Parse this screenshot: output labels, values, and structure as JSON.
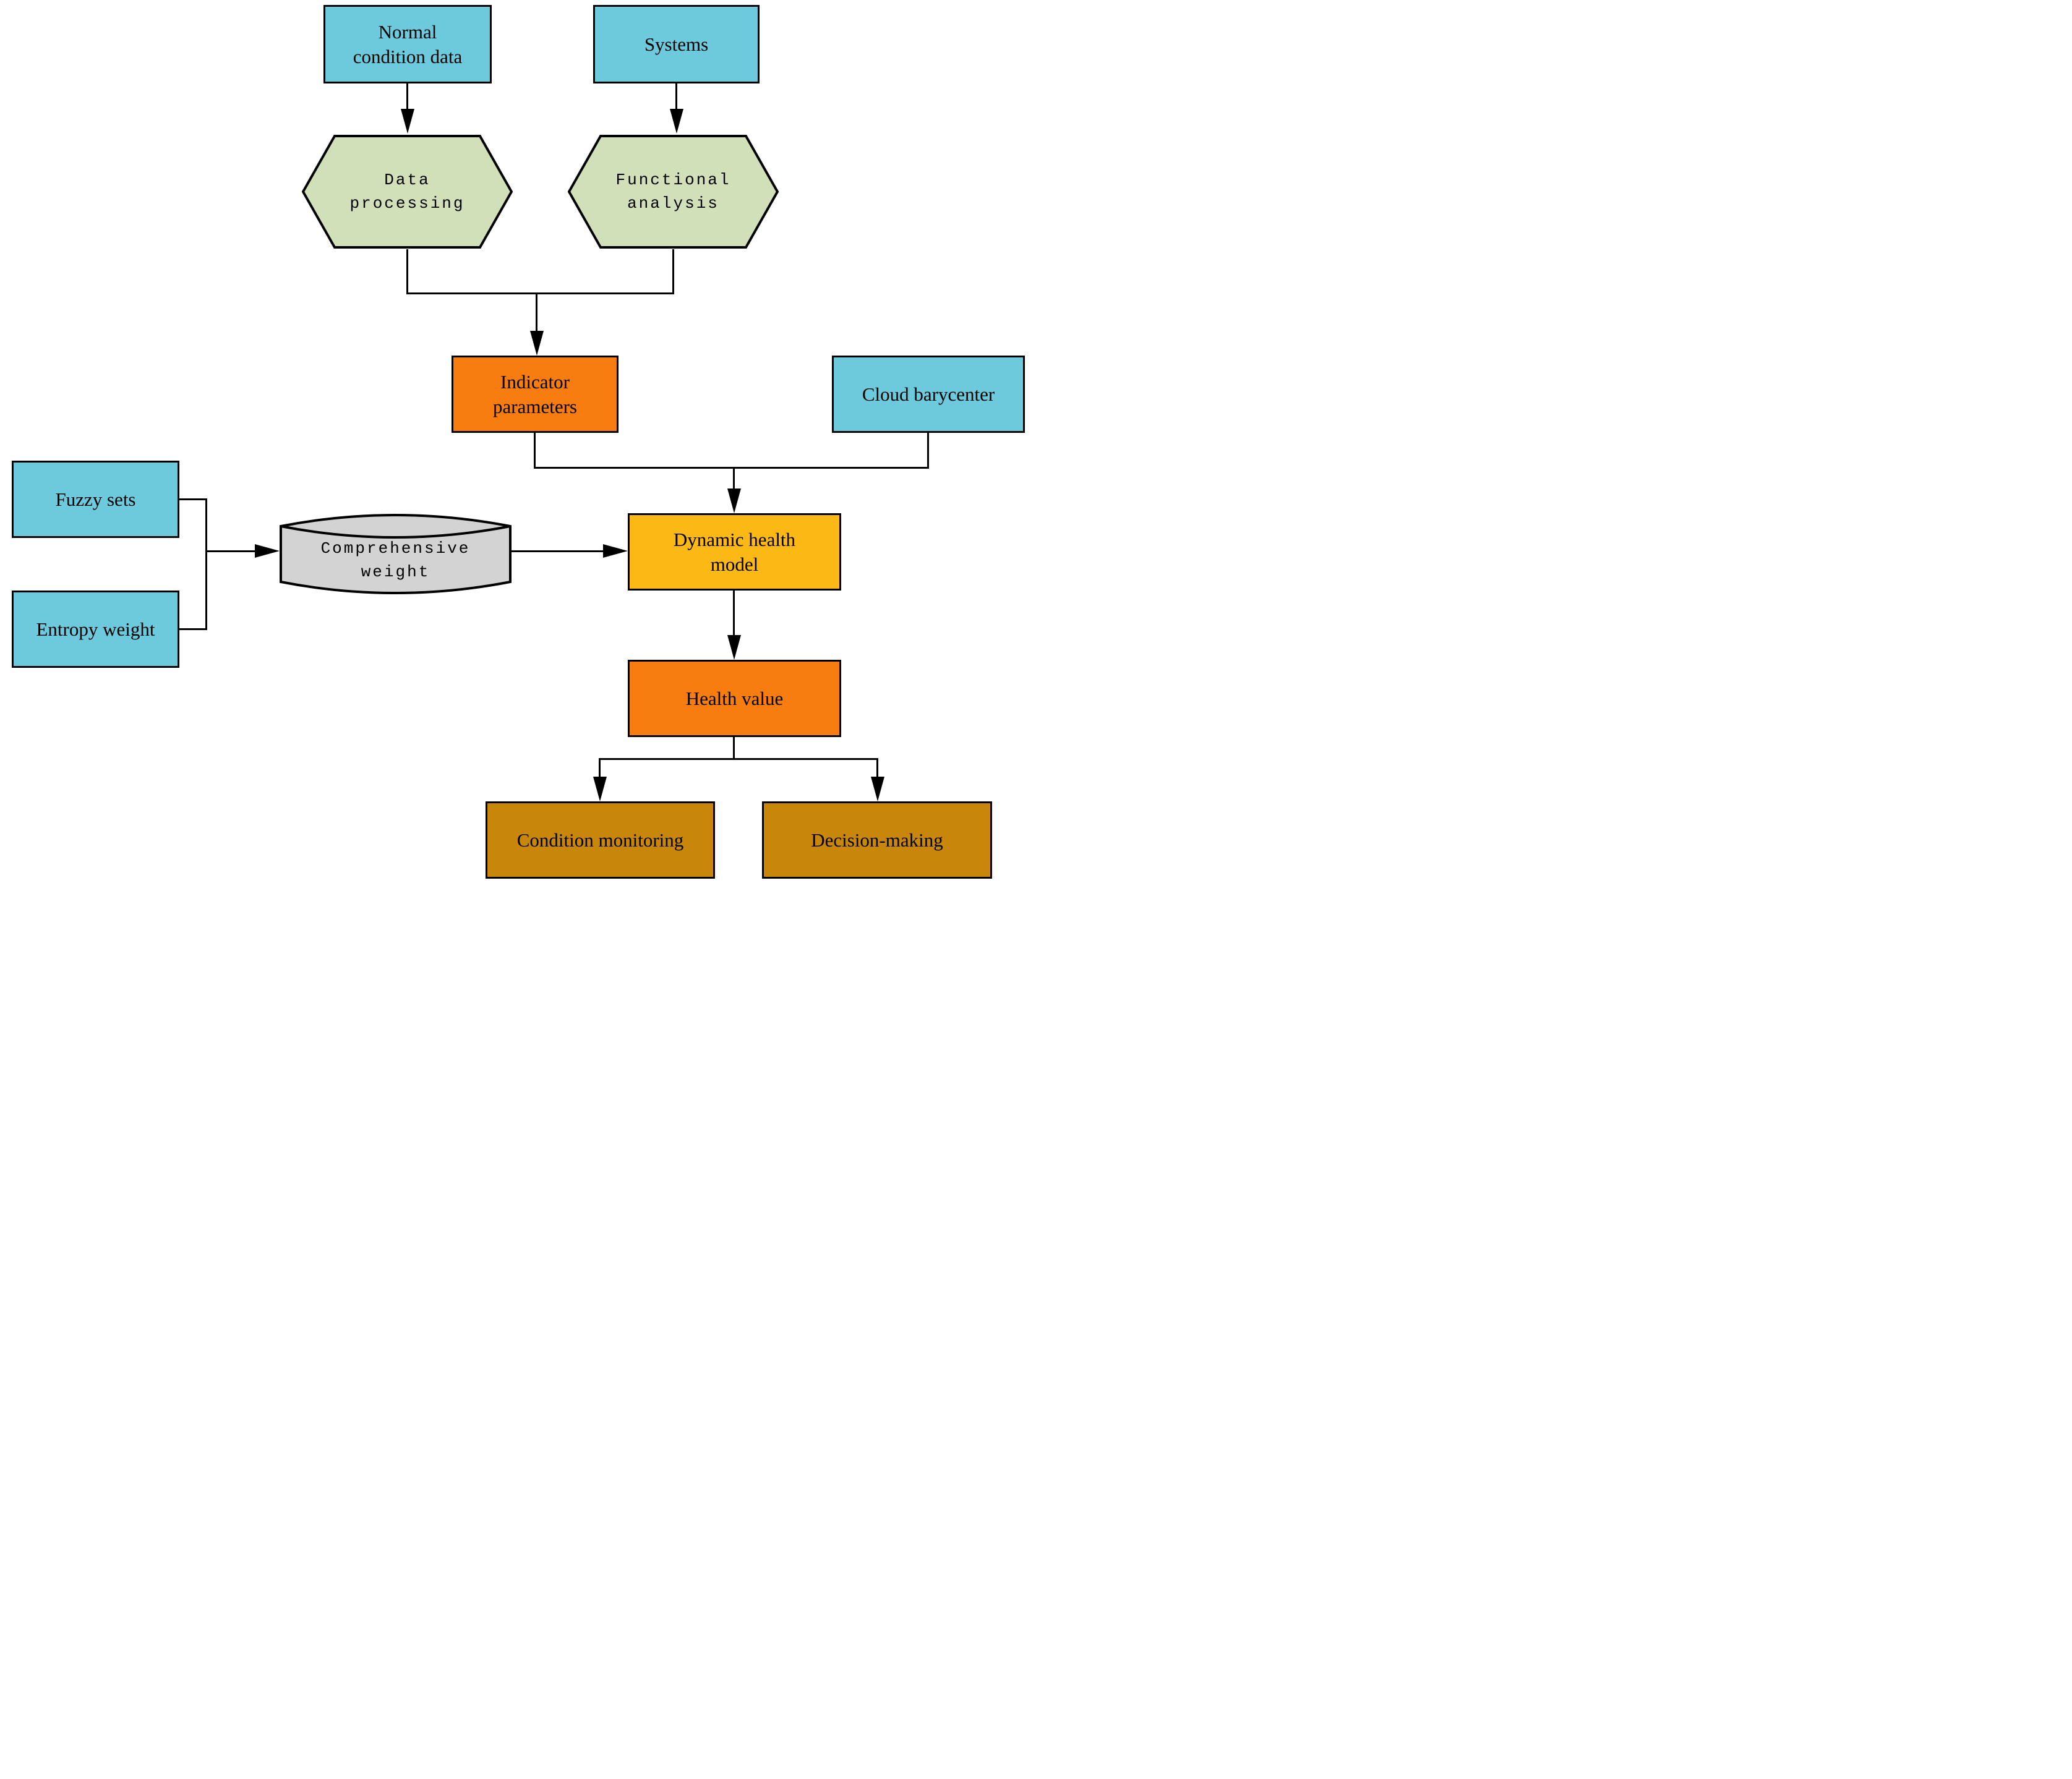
{
  "diagram": {
    "description": "Dynamic health model flowchart",
    "nodes": {
      "normal_condition_data": {
        "line1": "Normal",
        "line2": "condition data",
        "shape": "rectangle",
        "color": "#6CCADC"
      },
      "systems": {
        "line1": "Systems",
        "shape": "rectangle",
        "color": "#6CCADC"
      },
      "data_processing": {
        "line1": "Data",
        "line2": "processing",
        "shape": "hexagon",
        "color": "#D1E0B8"
      },
      "functional_analysis": {
        "line1": "Functional",
        "line2": "analysis",
        "shape": "hexagon",
        "color": "#D1E0B8"
      },
      "indicator_parameters": {
        "line1": "Indicator",
        "line2": "parameters",
        "shape": "rectangle",
        "color": "#F87D10"
      },
      "cloud_barycenter": {
        "line1": "Cloud barycenter",
        "shape": "rectangle",
        "color": "#6CCADC"
      },
      "fuzzy_sets": {
        "line1": "Fuzzy sets",
        "shape": "rectangle",
        "color": "#6CCADC"
      },
      "entropy_weight": {
        "line1": "Entropy weight",
        "shape": "rectangle",
        "color": "#6CCADC"
      },
      "comprehensive_weight": {
        "line1": "Comprehensive",
        "line2": "weight",
        "shape": "cylinder",
        "color": "#D3D3D3"
      },
      "dynamic_health_model": {
        "line1": "Dynamic health",
        "line2": "model",
        "shape": "rectangle",
        "color": "#FCB814"
      },
      "health_value": {
        "line1": "Health value",
        "shape": "rectangle",
        "color": "#F87D10"
      },
      "condition_monitoring": {
        "line1": "Condition monitoring",
        "shape": "rectangle",
        "color": "#C8870B"
      },
      "decision_making": {
        "line1": "Decision-making",
        "shape": "rectangle",
        "color": "#C8870B"
      }
    },
    "edges": [
      "normal_condition_data -> data_processing",
      "systems -> functional_analysis",
      "data_processing + functional_analysis -> indicator_parameters",
      "indicator_parameters + cloud_barycenter -> dynamic_health_model",
      "fuzzy_sets + entropy_weight -> comprehensive_weight",
      "comprehensive_weight -> dynamic_health_model",
      "dynamic_health_model -> health_value",
      "health_value -> condition_monitoring",
      "health_value -> decision_making"
    ],
    "colors": {
      "cyan": "#6CCADC",
      "green": "#D1E0B8",
      "orange": "#F87D10",
      "gold": "#FCB814",
      "dark_gold": "#C8870B",
      "gray": "#D3D3D3",
      "line": "#000000",
      "background": "#FFFFFF"
    }
  }
}
